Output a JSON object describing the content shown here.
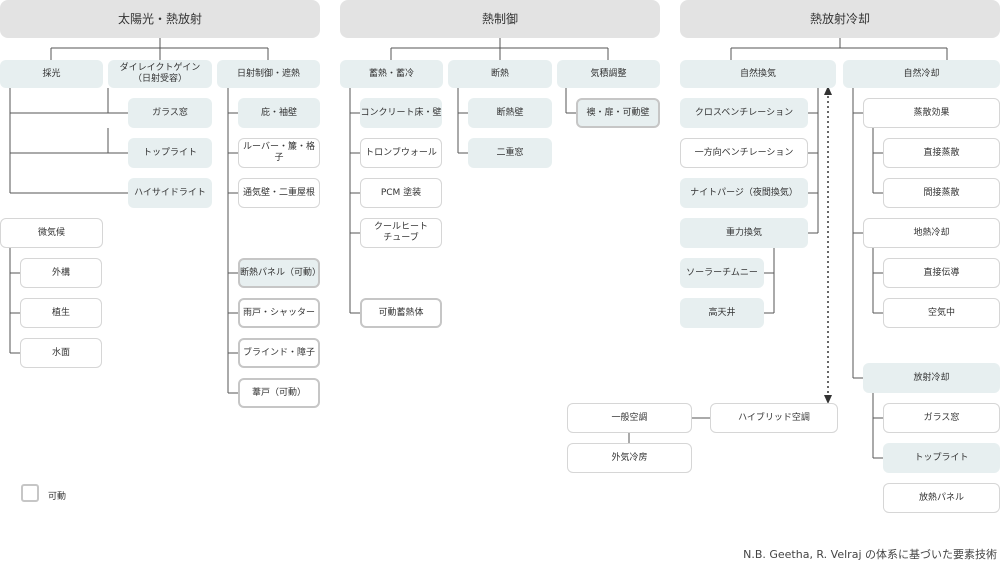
{
  "headers": {
    "solar_gain": "太陽光・熱放射",
    "thermal_control": "熱制御",
    "heat_dissipation": "熱放射冷却"
  },
  "daylighting": {
    "title": "採光",
    "glass_window": "ガラス窓",
    "toplight": "トップライト",
    "high_side_light": "ハイサイドライト"
  },
  "direct_gain": "ダイレイクトゲイン\n（日射受容）",
  "shading": {
    "title": "日射制御・遮熱",
    "eaves": "庇・袖壁",
    "louver": "ルーバー・簾・格子",
    "vent_wall": "通気壁・二重屋根",
    "insul_panel": "断熱パネル（可動）",
    "shutter": "雨戸・シャッター",
    "blind": "ブラインド・障子",
    "reed_door": "葦戸（可動）"
  },
  "microclimate": {
    "title": "微気候",
    "exterior": "外構",
    "planting": "植生",
    "water": "水面"
  },
  "heat_storage": {
    "title": "蓄熱・蓄冷",
    "concrete": "コンクリート床・壁",
    "trombe": "トロンブウォール",
    "pcm": "PCM 塗装",
    "cool_tube": "クールヒート\nチューブ",
    "movable_mass": "可動蓄熱体"
  },
  "insulation": {
    "title": "断熱",
    "insul_wall": "断熱壁",
    "double_window": "二重窓"
  },
  "airtight": {
    "title": "気積調整",
    "partition": "襖・扉・可動壁"
  },
  "natural_vent": {
    "title": "自然換気",
    "cross": "クロスベンチレーション",
    "one_way": "一方向ベンチレーション",
    "night_purge": "ナイトパージ（夜間換気）",
    "gravity": "重力換気",
    "solar_chimney": "ソーラーチムニー",
    "high_ceiling": "高天井"
  },
  "natural_cool": {
    "title": "自然冷却",
    "evaporative": "蒸散効果",
    "direct_evap": "直接蒸散",
    "indirect_evap": "間接蒸散",
    "geothermal": "地熱冷却",
    "direct_conduct": "直接伝導",
    "air": "空気中",
    "radiative": "放射冷却",
    "glass_window": "ガラス窓",
    "toplight": "トップライト",
    "radiant_panel": "放熱パネル"
  },
  "hybrid": {
    "hybrid_ac": "ハイブリッド空調",
    "general_ac": "一般空調",
    "outside_cool": "外気冷房"
  },
  "legend": {
    "movable": "可動"
  },
  "caption": "N.B. Geetha, R. Velraj の体系に基づいた要素技術"
}
